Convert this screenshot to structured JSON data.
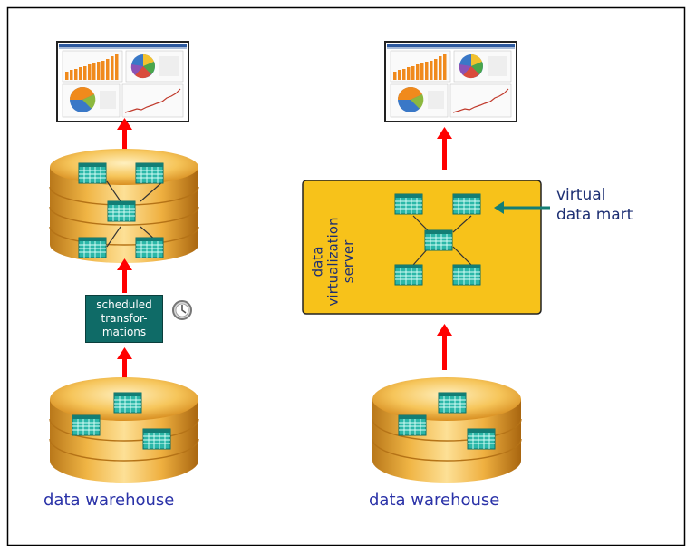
{
  "left": {
    "warehouse_label": "data warehouse",
    "scheduled_box": {
      "line1": "scheduled",
      "line2": "transfor-",
      "line3": "mations"
    }
  },
  "right": {
    "warehouse_label": "data warehouse",
    "server_label": {
      "line1": "data",
      "line2": "virtualization",
      "line3": "server"
    },
    "virtual_label": {
      "line1": "virtual",
      "line2": "data mart"
    }
  },
  "colors": {
    "arrow": "#ff0000",
    "label_text": "#2a32a8",
    "server_fill": "#f7c21a",
    "scheduled_fill": "#0f6b67",
    "table_fill": "#2bb7a8",
    "db_gold": "#e6a52b"
  }
}
